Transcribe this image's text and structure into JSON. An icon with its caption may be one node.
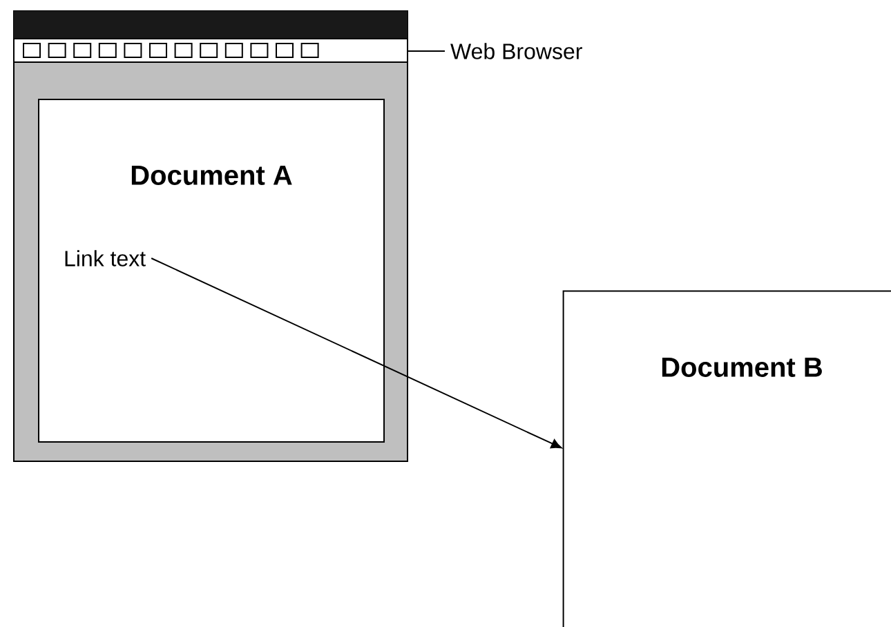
{
  "diagram": {
    "nodes": [
      {
        "text": [],
        "shape": "box"
      },
      {
        "text": [
          "Document A"
        ],
        "in": 0
      },
      {
        "text": [
          "Link text"
        ],
        "in": 1
      },
      {
        "text": [
          "Document B"
        ]
      },
      {
        "text": [
          "Web Browser"
        ]
      }
    ],
    "edges": [
      {
        "from": 2,
        "to": 3,
        "arrow": "to"
      },
      {
        "from": 4,
        "to": 0,
        "arrow": "none"
      }
    ]
  }
}
